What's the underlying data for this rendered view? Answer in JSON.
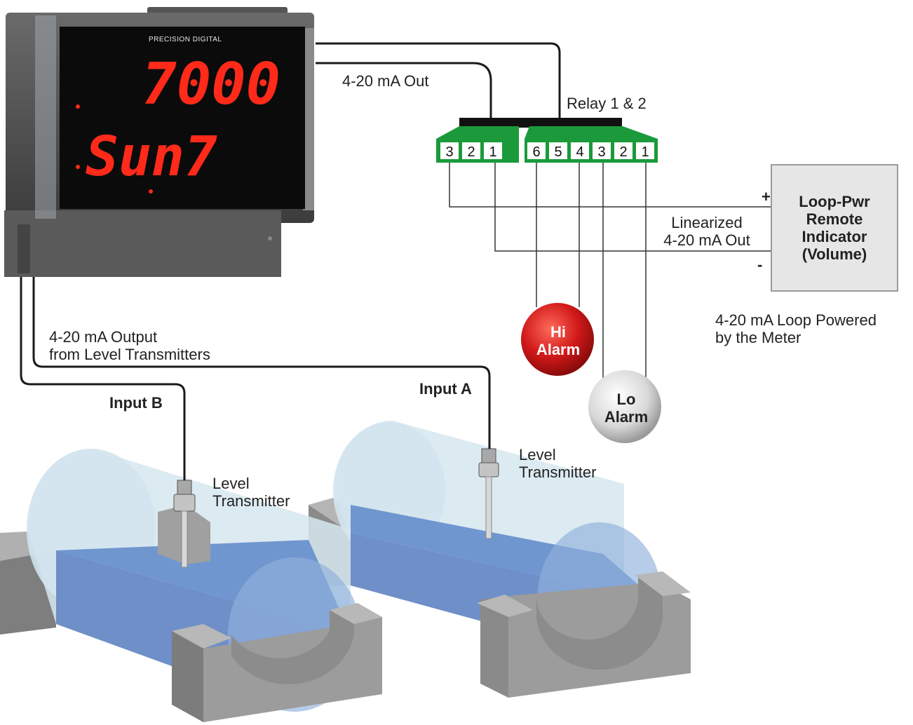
{
  "meter": {
    "brand": "PRECISION DIGITAL",
    "display_top": "7000",
    "display_bottom": "Sun7"
  },
  "labels": {
    "out_4_20": "4-20 mA Out",
    "relay": "Relay 1 & 2",
    "linearized_1": "Linearized",
    "linearized_2": "4-20 mA Out",
    "plus": "+",
    "minus": "-",
    "loop_powered_1": "4-20 mA Loop Powered",
    "loop_powered_2": "by the Meter",
    "transmitters_out_1": "4-20 mA Output",
    "transmitters_out_2": "from Level Transmitters",
    "input_a": "Input A",
    "input_b": "Input B",
    "level_tx_a_1": "Level",
    "level_tx_a_2": "Transmitter",
    "level_tx_b_1": "Level",
    "level_tx_b_2": "Transmitter"
  },
  "remote_indicator": {
    "line1": "Loop-Pwr",
    "line2": "Remote",
    "line3": "Indicator",
    "line4": "(Volume)"
  },
  "alarms": {
    "hi_1": "Hi",
    "hi_2": "Alarm",
    "lo_1": "Lo",
    "lo_2": "Alarm"
  },
  "terminals": {
    "left": [
      "3",
      "2",
      "1"
    ],
    "right": [
      "6",
      "5",
      "4",
      "3",
      "2",
      "1"
    ]
  },
  "colors": {
    "connector_green": "#1a9a3a",
    "digit_red": "#ff2a1a",
    "water_blue": "#6f8fc8",
    "hi_alarm_red": "#d01818",
    "lo_alarm_gray": "#d8d8d8"
  }
}
